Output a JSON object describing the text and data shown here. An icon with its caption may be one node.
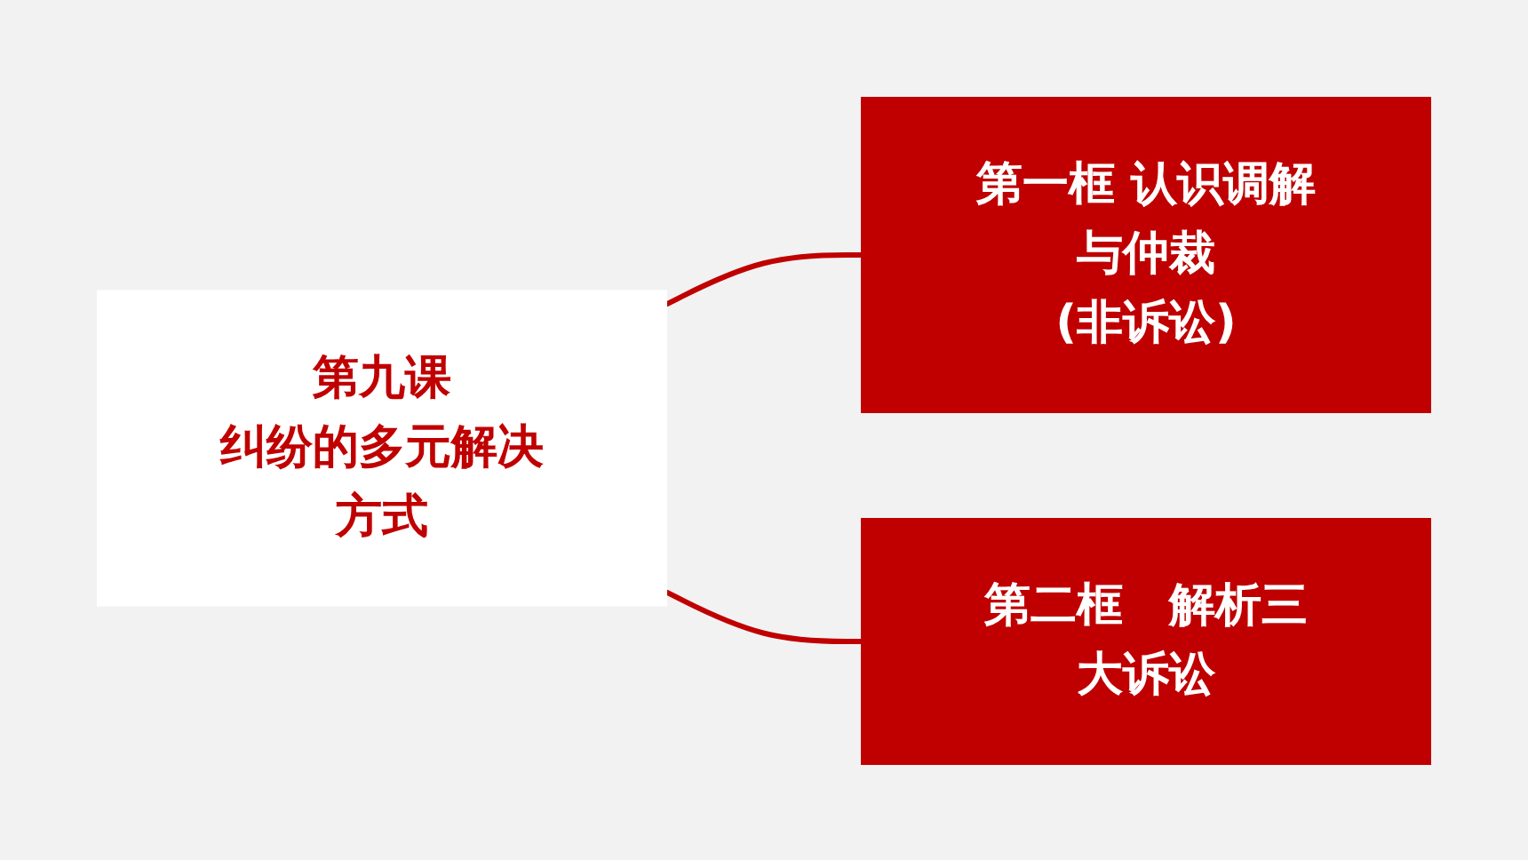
{
  "diagram": {
    "nodes": [
      {
        "text": [
          "第九课",
          "纠纷的多元解决方式"
        ]
      },
      {
        "text": [
          "第一框 认识调解与仲裁",
          "(非诉讼)"
        ]
      },
      {
        "text": [
          "第二框　解析三大诉讼"
        ]
      }
    ],
    "edges": [
      {
        "from": 0,
        "to": 1,
        "arrow": "none"
      },
      {
        "from": 0,
        "to": 2,
        "arrow": "none"
      }
    ]
  }
}
